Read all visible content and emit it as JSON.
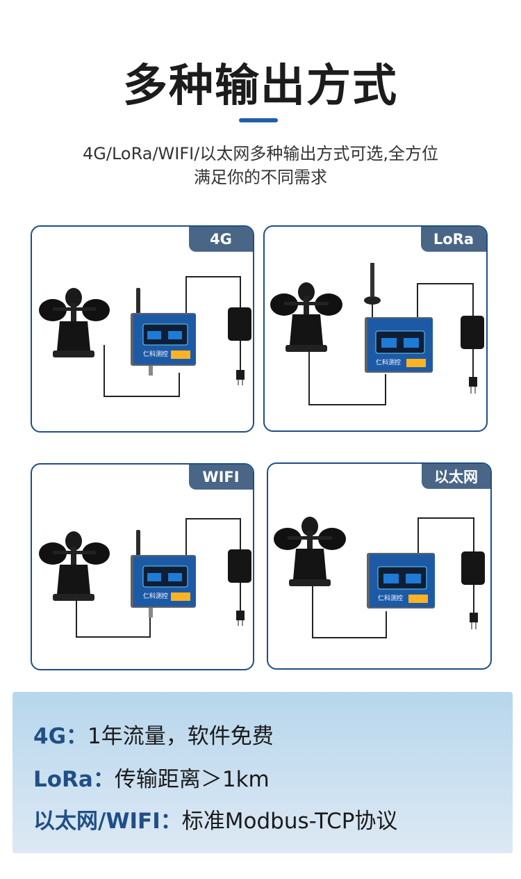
{
  "title": "多种输出方式",
  "subtitle": {
    "line1": "4G/LoRa/WIFI/以太网多种输出方式可选,全方位",
    "line2": "满足你的不同需求"
  },
  "cards": [
    {
      "tag": "4G",
      "device_brand": "仁科测控"
    },
    {
      "tag": "LoRa",
      "device_brand": "仁科测控"
    },
    {
      "tag": "WIFI",
      "device_brand": "仁科测控"
    },
    {
      "tag": "以太网",
      "device_brand": "仁科测控"
    }
  ],
  "info": [
    {
      "key": "4G：",
      "value": "1年流量，软件免费"
    },
    {
      "key": "LoRa：",
      "value": "传输距离＞1km"
    },
    {
      "key": "以太网/WIFI：",
      "value": "标准Modbus-TCP协议"
    }
  ],
  "colors": {
    "accent": "#1f5fa8",
    "card_border": "#1c4f86",
    "tag_bg": "#4a6686",
    "screen_blue": "#1d5aa6"
  }
}
